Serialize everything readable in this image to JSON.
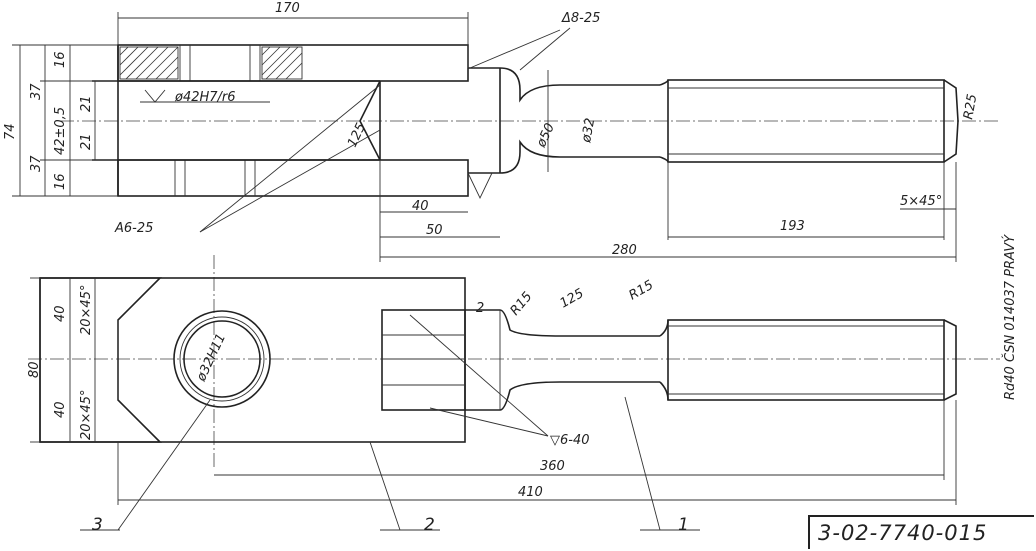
{
  "drawing_number": "3-02-7740-015",
  "parts": {
    "p1": "1",
    "p2": "2",
    "p3": "3"
  },
  "top_view": {
    "dim_170": "170",
    "dim_40": "40",
    "dim_50": "50",
    "dim_193": "193",
    "dim_280": "280",
    "chamfer_5x45": "5×45°",
    "weld_top": "Δ8-25",
    "weld_bottom": "A6-25",
    "fit_label": "ø42H7/r6",
    "dia_50": "ø50",
    "dia_32": "ø32",
    "r25_end": "R25",
    "roughness_125": "125",
    "h_16a": "16",
    "h_37a": "37",
    "h_21a": "21",
    "h_21b": "21",
    "h_42": "42±0,5",
    "h_37b": "37",
    "h_16b": "16",
    "h_74": "74"
  },
  "bottom_view": {
    "dim_80": "80",
    "dim_40a": "40",
    "dim_40b": "40",
    "ch_20a": "20×45°",
    "ch_20b": "20×45°",
    "bore": "ø32H11",
    "r15a": "R15",
    "r15b": "R15",
    "roughness_125": "125",
    "weld_6_40": "▽6-40",
    "dim_360": "360",
    "dim_410": "410",
    "thread_note": "Rd40 ČSN 014037 PRAVÝ",
    "r2_label": "2"
  }
}
